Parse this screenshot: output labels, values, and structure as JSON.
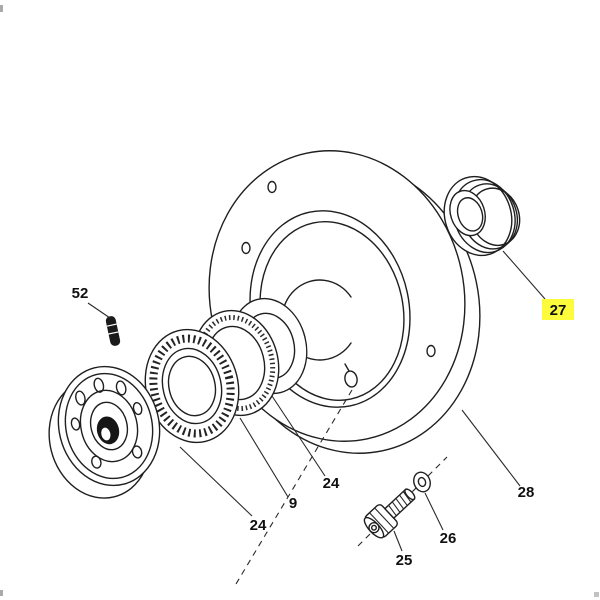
{
  "diagram": {
    "type": "exploded-parts-diagram",
    "background": "#ffffff",
    "line_color": "#1f1f1f",
    "highlight_color": "#fcfc3c",
    "labels": {
      "pin": "52",
      "seal": "27",
      "race_a": "24",
      "bearing": "9",
      "race_b": "24",
      "bolt": "25",
      "washer": "26",
      "housing": "28"
    }
  }
}
